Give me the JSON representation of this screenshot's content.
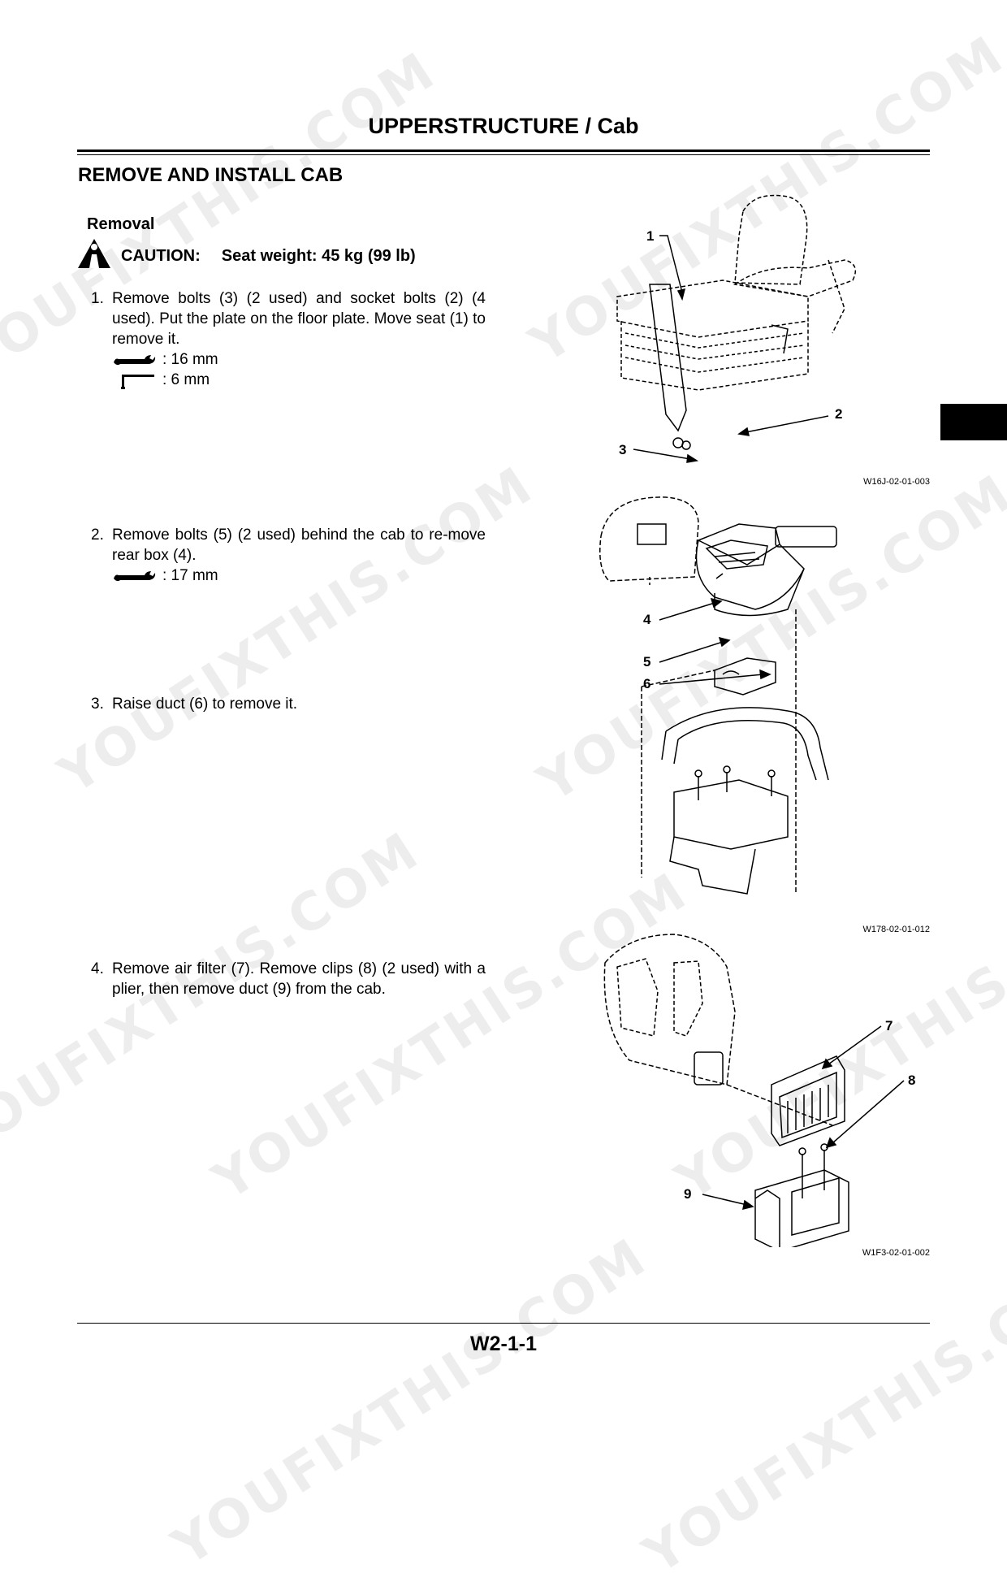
{
  "header": {
    "title": "UPPERSTRUCTURE / Cab"
  },
  "section": {
    "title": "REMOVE AND INSTALL CAB",
    "subtitle": "Removal"
  },
  "caution": {
    "label": "CAUTION:",
    "text": "Seat weight: 45 kg (99 lb)",
    "icon": "warning-triangle-icon"
  },
  "steps": [
    {
      "num": "1.",
      "text": "Remove bolts (3) (2 used) and socket bolts (2) (4 used). Put the plate on the floor plate. Move seat (1) to remove it.",
      "tools": [
        {
          "icon": "wrench-icon",
          "value": ": 16 mm"
        },
        {
          "icon": "hex-key-icon",
          "value": ": 6 mm"
        }
      ]
    },
    {
      "num": "2.",
      "text": "Remove bolts (5) (2 used) behind the cab to re-move rear box (4).",
      "tools": [
        {
          "icon": "wrench-icon",
          "value": ": 17 mm"
        }
      ]
    },
    {
      "num": "3.",
      "text": "Raise duct (6) to remove it.",
      "tools": []
    },
    {
      "num": "4.",
      "text": "Remove air filter (7). Remove clips (8) (2 used) with a plier, then remove duct (9) from the cab.",
      "tools": []
    }
  ],
  "figures": [
    {
      "code": "W16J-02-01-003",
      "callouts": [
        "1",
        "2",
        "3"
      ]
    },
    {
      "code": "W178-02-01-012",
      "callouts": [
        "4",
        "5",
        "6"
      ]
    },
    {
      "code": "W1F3-02-01-002",
      "callouts": [
        "7",
        "8",
        "9"
      ]
    }
  ],
  "footer": {
    "page": "W2-1-1"
  },
  "watermark": {
    "text": "YOUFIXTHIS.COM"
  }
}
